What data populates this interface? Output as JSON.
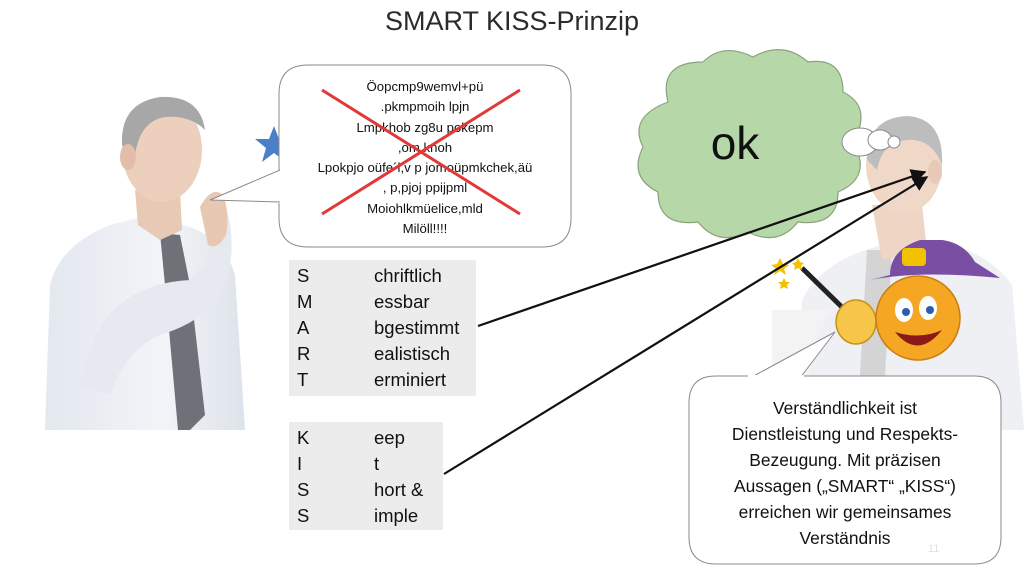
{
  "slide": {
    "title": "SMART KISS-Prinzip",
    "page_number": "11"
  },
  "speech_bubble": {
    "lines": [
      "Öopcmp9wemvl+pü",
      ".pkmpmoih  lpjn",
      "Lmpkhob zg8u  pokepm",
      ",om.knoh",
      "Lpokpjo oüfe´l,v p jomoüpmkchek,äü",
      ", p,pjoj  ppijpml",
      "Moiohlkmüelice,mld",
      "Milöll!!!!"
    ],
    "crossed_out": true
  },
  "thought_cloud": {
    "text": "ok"
  },
  "smart_table": [
    {
      "letter": "S",
      "rest": "chriftlich"
    },
    {
      "letter": "M",
      "rest": "essbar"
    },
    {
      "letter": "A",
      "rest": "bgestimmt"
    },
    {
      "letter": "R",
      "rest": "ealistisch"
    },
    {
      "letter": "T",
      "rest": "erminiert"
    }
  ],
  "kiss_table": [
    {
      "letter": "K",
      "rest": "eep"
    },
    {
      "letter": "I",
      "rest": "t"
    },
    {
      "letter": "S",
      "rest": "hort &"
    },
    {
      "letter": "S",
      "rest": "imple"
    }
  ],
  "info_box": {
    "lines": [
      "Verständlichkeit ist",
      "Dienstleistung und Respekts-",
      "Bezeugung. Mit präzisen",
      "Aussagen („SMART“ „KISS“)",
      "erreichen wir gemeinsames",
      "Verständnis"
    ]
  },
  "colors": {
    "star": "#4a7fc9",
    "cross": "#e0393a",
    "cloud_fill": "#b6d7a8",
    "table_bg": "#ececec",
    "wizard_hat": "#7a4fa3",
    "smiley": "#f5a623"
  },
  "icons": [
    "blue-star-icon",
    "wizard-smiley-icon",
    "magic-wand-icon"
  ]
}
